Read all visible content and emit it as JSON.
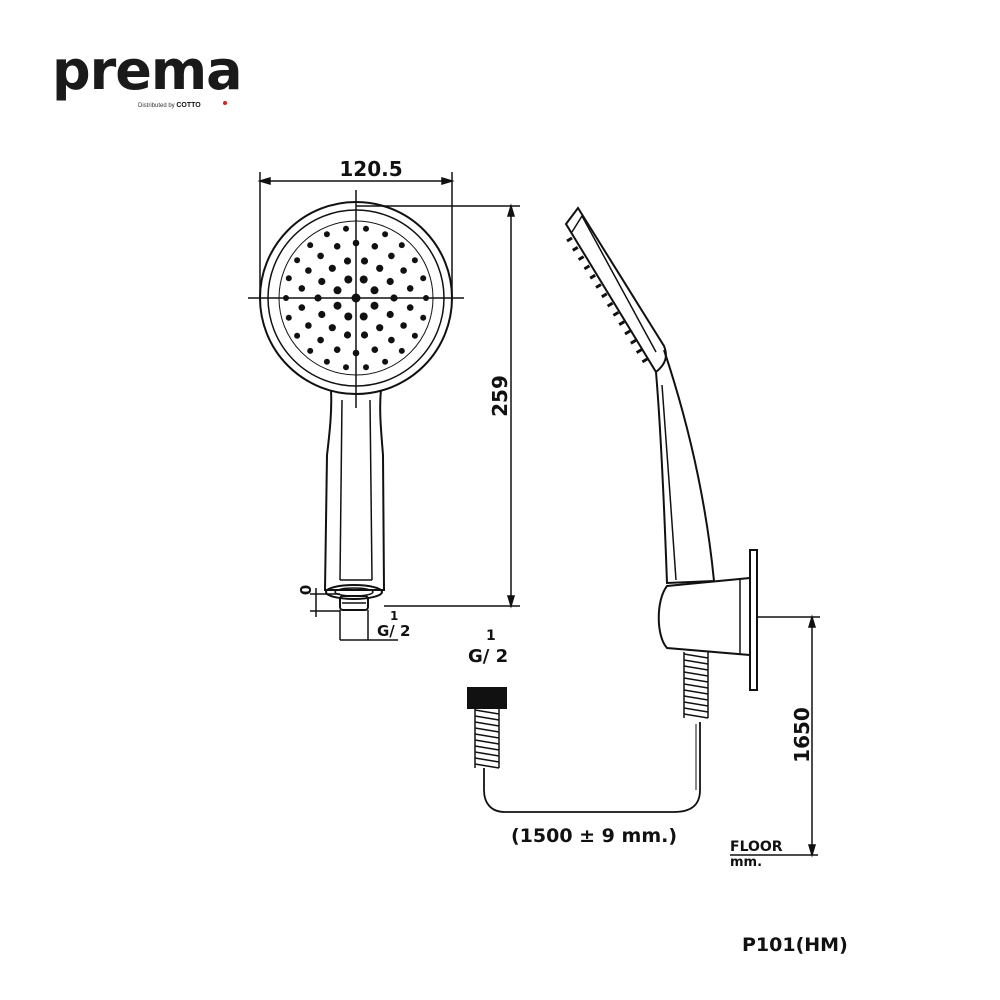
{
  "brand": {
    "name": "prema",
    "tagline": "Distributed by",
    "partner": "COTTO",
    "accent_color": "#d42027"
  },
  "dimensions": {
    "width": "120.5",
    "height": "259",
    "thread_offset": "0",
    "thread_top_fraction": "1",
    "thread_top_label": "G/ 2",
    "thread_side_fraction": "1",
    "thread_side_label": "G/ 2",
    "hose_length": "(1500 ± 9 mm.)",
    "mount_height": "1650",
    "floor_label": "FLOOR",
    "unit_label": "mm."
  },
  "model": "P101(HM)"
}
